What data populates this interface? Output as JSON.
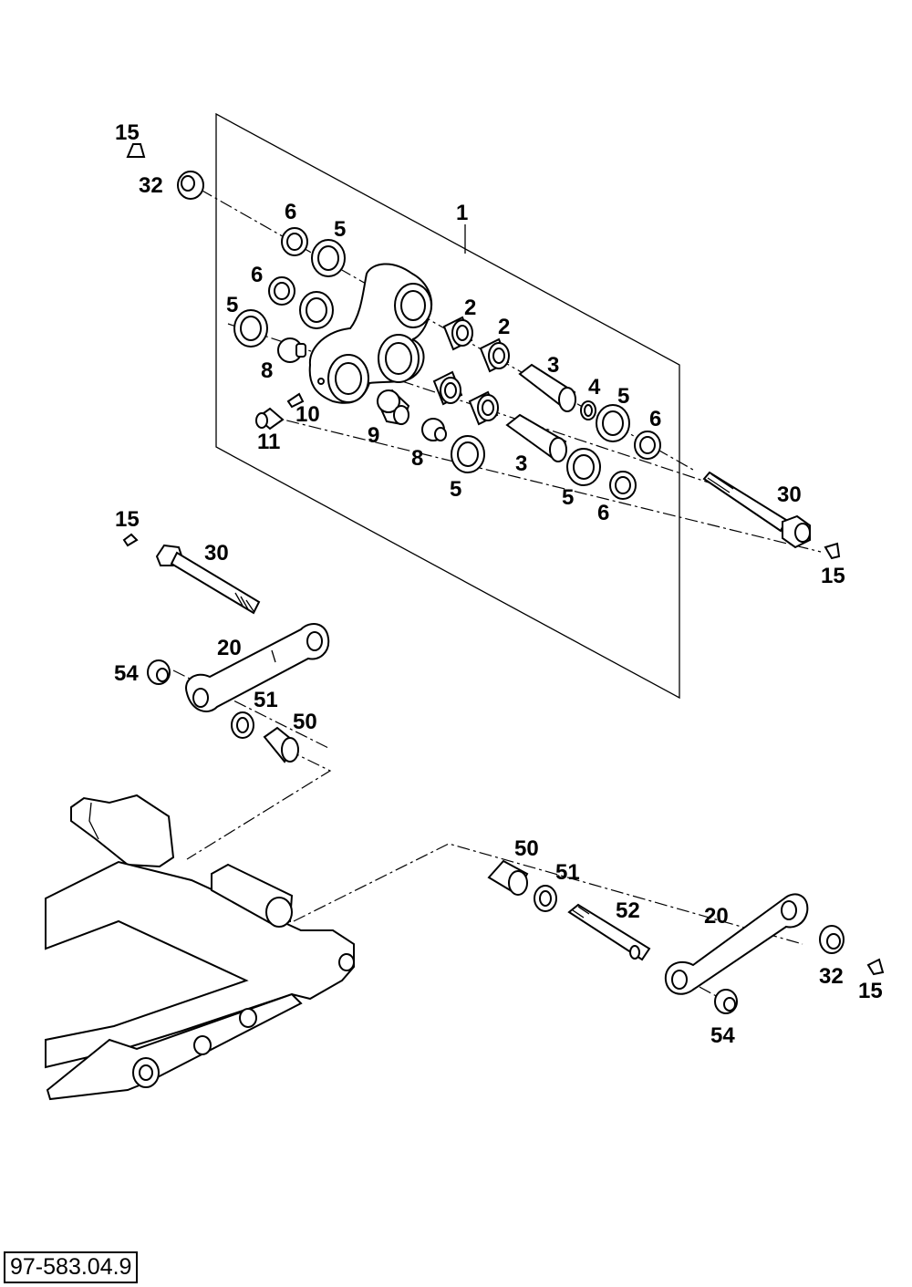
{
  "diagram_ref": "97-583.04.9",
  "callouts": {
    "c15a": "15",
    "c32a": "32",
    "c1": "1",
    "c6a": "6",
    "c5a": "5",
    "c6b": "6",
    "c5b": "5",
    "c8a": "8",
    "c10": "10",
    "c11": "11",
    "c2a": "2",
    "c2b": "2",
    "c3a": "3",
    "c4": "4",
    "c5c": "5",
    "c6c": "6",
    "c9": "9",
    "c8b": "8",
    "c5d": "5",
    "c3b": "3",
    "c5e": "5",
    "c6d": "6",
    "c30a": "30",
    "c15b": "15",
    "c15c": "15",
    "c30b": "30",
    "c20a": "20",
    "c54a": "54",
    "c51a": "51",
    "c50a": "50",
    "c50b": "50",
    "c51b": "51",
    "c52": "52",
    "c20b": "20",
    "c32b": "32",
    "c15d": "15",
    "c54b": "54"
  }
}
